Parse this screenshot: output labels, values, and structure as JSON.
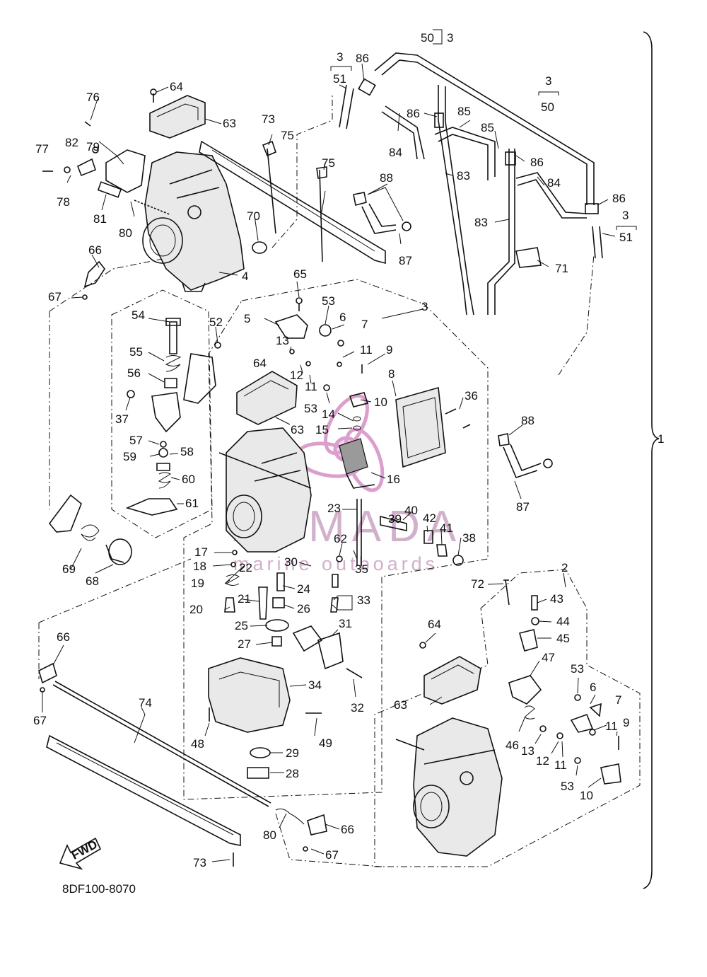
{
  "diagram_code": "8DF100-8070",
  "fwd_label": "FWD",
  "watermark": {
    "brand": "ARMADA",
    "tagline": "marine outboards",
    "color": "#d58fc6"
  },
  "assembly_bracket_label": "1",
  "labels": {
    "l64a": "64",
    "l63a": "63",
    "l76": "76",
    "l77": "77",
    "l82": "82",
    "l79": "79",
    "l78": "78",
    "l81": "81",
    "l80a": "80",
    "l73a": "73",
    "l75a": "75",
    "l75b": "75",
    "l70": "70",
    "l66a": "66",
    "l67a": "67",
    "l4": "4",
    "l3a": "3",
    "l51a": "51",
    "l86a": "86",
    "l50a": "50",
    "l3b": "3",
    "l84a": "84",
    "l86b": "86",
    "l85a": "85",
    "l85b": "85",
    "l3c": "3",
    "l50b": "50",
    "l86c": "86",
    "l83a": "83",
    "l83b": "83",
    "l84b": "84",
    "l86d": "86",
    "l3d": "3",
    "l51b": "51",
    "l88a": "88",
    "l87a": "87",
    "l71": "71",
    "l65": "65",
    "l53a": "53",
    "l6a": "6",
    "l7a": "7",
    "l3e": "3",
    "l5": "5",
    "l13a": "13",
    "l12a": "12",
    "l11a": "11",
    "l11b": "11",
    "l9a": "9",
    "l8": "8",
    "l53b": "53",
    "l64b": "64",
    "l63b": "63",
    "l14": "14",
    "l15": "15",
    "l10a": "10",
    "l36": "36",
    "l16": "16",
    "l88b": "88",
    "l87b": "87",
    "l54": "54",
    "l52": "52",
    "l55": "55",
    "l56": "56",
    "l37": "37",
    "l57": "57",
    "l58": "58",
    "l59": "59",
    "l60": "60",
    "l61": "61",
    "l69": "69",
    "l68": "68",
    "l23": "23",
    "l39": "39",
    "l40": "40",
    "l42": "42",
    "l41": "41",
    "l38": "38",
    "l62": "62",
    "l35": "35",
    "l17": "17",
    "l18": "18",
    "l22": "22",
    "l30": "30",
    "l19": "19",
    "l24": "24",
    "l21": "21",
    "l33": "33",
    "l20": "20",
    "l26": "26",
    "l25": "25",
    "l31": "31",
    "l27": "27",
    "l34": "34",
    "l32": "32",
    "l48": "48",
    "l49": "49",
    "l29": "29",
    "l28": "28",
    "l66b": "66",
    "l67b": "67",
    "l74": "74",
    "l80b": "80",
    "l66c": "66",
    "l67c": "67",
    "l73b": "73",
    "l72": "72",
    "l2": "2",
    "l43": "43",
    "l44": "44",
    "l45": "45",
    "l64c": "64",
    "l47": "47",
    "l53c": "53",
    "l6b": "6",
    "l7b": "7",
    "l63c": "63",
    "l46": "46",
    "l13b": "13",
    "l12b": "12",
    "l11c": "11",
    "l11d": "11",
    "l9b": "9",
    "l53d": "53",
    "l10b": "10"
  }
}
